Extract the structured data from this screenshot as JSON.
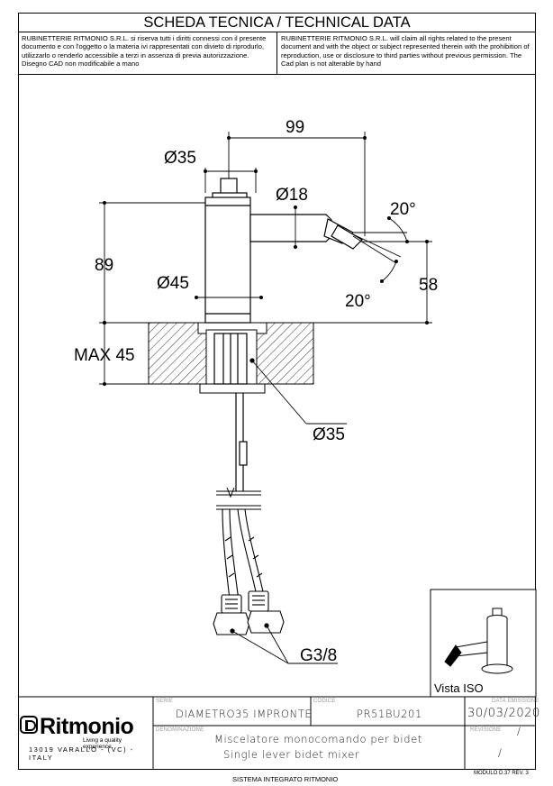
{
  "header": {
    "title": "SCHEDA TECNICA / TECHNICAL DATA",
    "legal_it": "RUBINETTERIE RITMONIO S.R.L. si riserva tutti i diritti connessi con il presente documento e con l'oggetto o la materia ivi rappresentati con divieto di riprodurlo, utilizzarlo o renderlo accessibile a terzi in assenza di previa autorizzazione. Disegno CAD non modificabile a mano",
    "legal_en": "RUBINETTERIE RITMONIO S.R.L. will claim all rights related to the present document and with the object or subject represented therein with the prohibition of reproduction, use or disclosure to third parties without previous permission. The Cad plan is not alterable by hand"
  },
  "dimensions": {
    "spout_reach": "99",
    "handle_diameter": "Ø35",
    "spout_diameter": "Ø18",
    "angle_up": "20°",
    "angle_down": "20°",
    "height": "89",
    "body_diameter": "Ø45",
    "outlet_height": "58",
    "max_thickness": "MAX 45",
    "shank_diameter": "Ø35",
    "connection": "G3/8"
  },
  "iso_view": {
    "label": "Vista ISO"
  },
  "title_block": {
    "series_label": "SERIE",
    "series_value": "DIAMETRO35 IMPRONTE",
    "code_label": "CODICE",
    "code_value": "PR51BU201",
    "date_label": "DATA EMISSIONE",
    "date_value": "30/03/2020",
    "name_label": "DENOMINAZIONE",
    "name_it": "Miscelatore monocomando per bidet",
    "name_en": "Single lever bidet mixer",
    "revision_label": "REVISIONE",
    "revision_value": "/",
    "top_right_value": "/"
  },
  "logo": {
    "brand": "Ritmonio",
    "slogan": "Living a quality experience.",
    "address": "13019 VARALLO - (VC) - ITALY"
  },
  "footer": {
    "system": "SISTEMA INTEGRATO RITMONIO",
    "module": "MODULO D.37 REV. 3"
  }
}
